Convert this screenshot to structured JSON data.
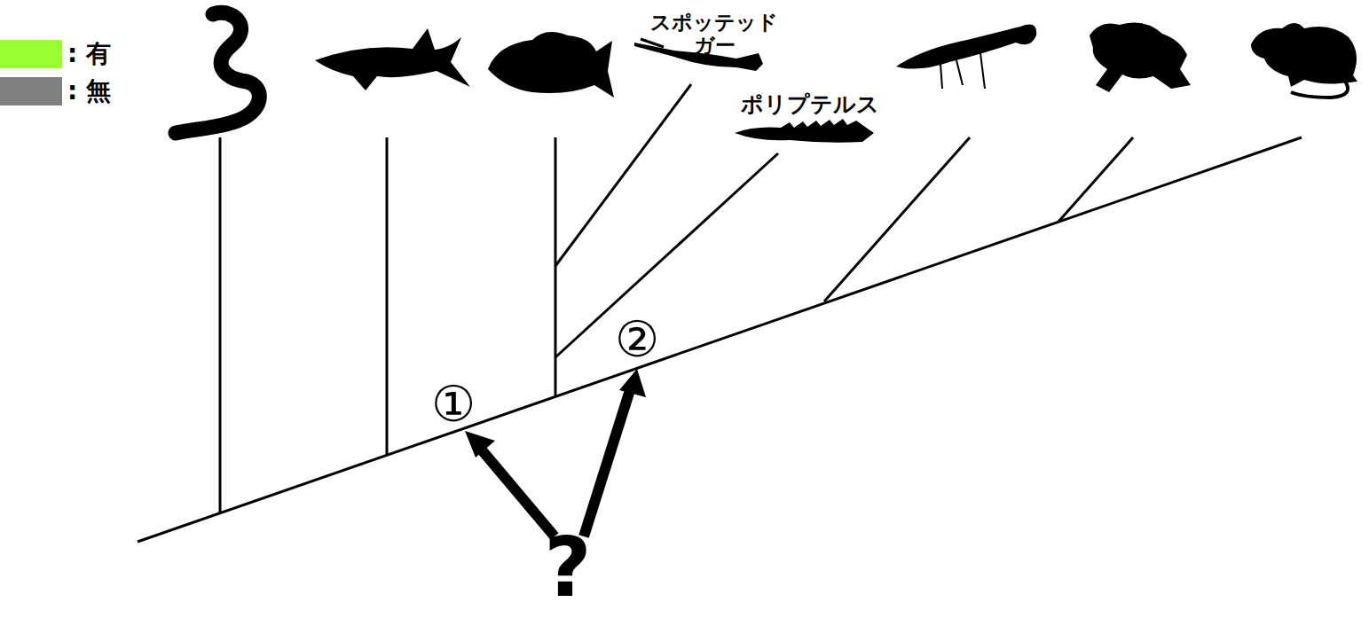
{
  "diagram": {
    "labels": [
      "スポッテッド ガー",
      "ポリプテルス",
      "①",
      "②",
      "?"
    ],
    "legend": [
      {
        "text": ": 有",
        "color": "#99ff33"
      },
      {
        "text": ": 無",
        "color": "#808080"
      }
    ]
  }
}
